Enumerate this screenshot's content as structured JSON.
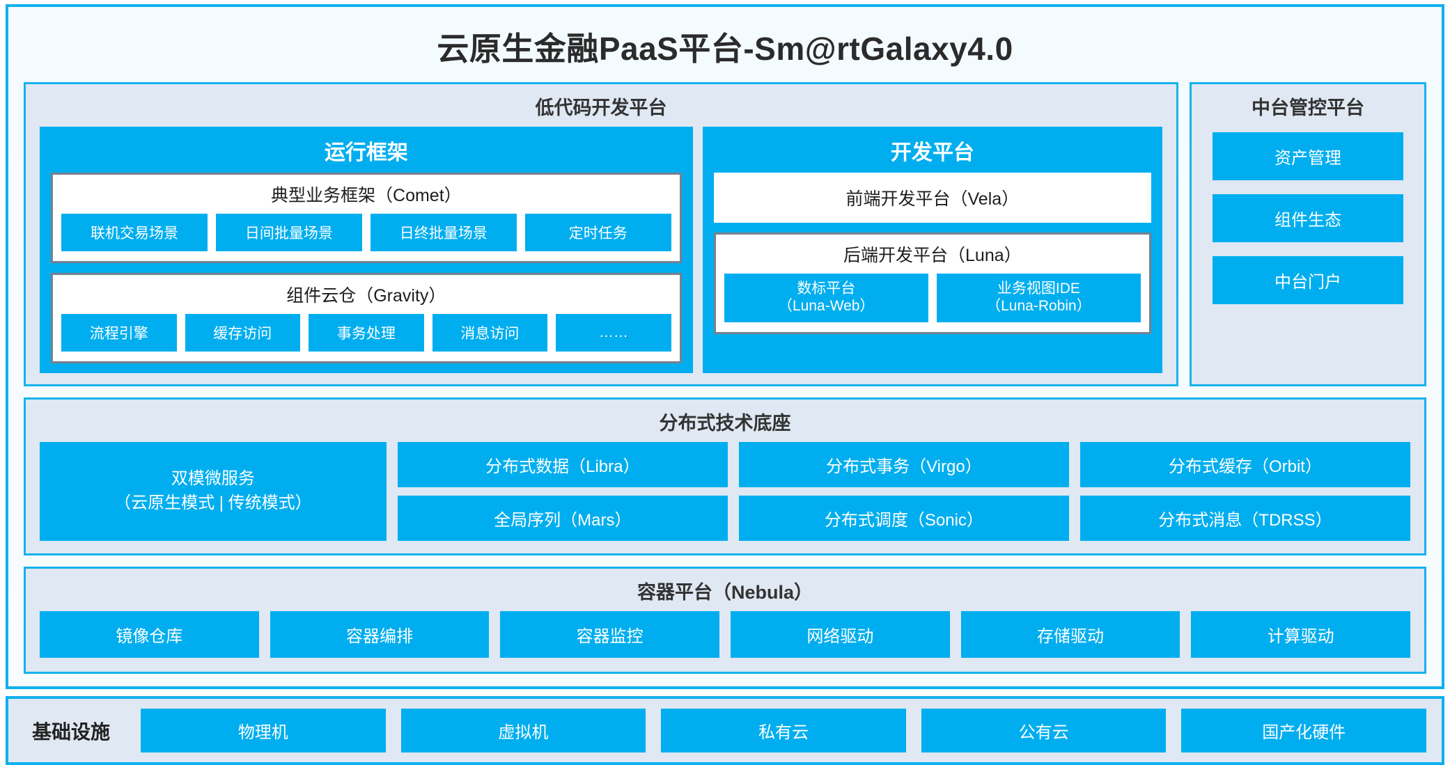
{
  "colors": {
    "accent": "#00AEEF",
    "panel_bg": "#DFE8F3",
    "panel_border": "#16B2EE",
    "card_border": "#0FB0EE",
    "box_border": "#78818F",
    "page_bg": "#F5FBFE"
  },
  "title": "云原生金融PaaS平台-Sm@rtGalaxy4.0",
  "lowcode": {
    "title": "低代码开发平台",
    "runtime": {
      "title": "运行框架",
      "comet": {
        "title": "典型业务框架（Comet）",
        "chips": [
          "联机交易场景",
          "日间批量场景",
          "日终批量场景",
          "定时任务"
        ]
      },
      "gravity": {
        "title": "组件云仓（Gravity）",
        "chips": [
          "流程引擎",
          "缓存访问",
          "事务处理",
          "消息访问",
          "……"
        ]
      }
    },
    "devplatform": {
      "title": "开发平台",
      "frontend": "前端开发平台（Vela）",
      "backend": {
        "title": "后端开发平台（Luna）",
        "chips": [
          {
            "line1": "数标平台",
            "line2": "（Luna-Web）"
          },
          {
            "line1": "业务视图IDE",
            "line2": "（Luna-Robin）"
          }
        ]
      }
    }
  },
  "management": {
    "title": "中台管控平台",
    "items": [
      "资产管理",
      "组件生态",
      "中台门户"
    ]
  },
  "tech_base": {
    "title": "分布式技术底座",
    "microservice": {
      "line1": "双模微服务",
      "line2": "（云原生模式 | 传统模式）"
    },
    "columns": [
      [
        "分布式数据（Libra）",
        "全局序列（Mars）"
      ],
      [
        "分布式事务（Virgo）",
        "分布式调度（Sonic）"
      ],
      [
        "分布式缓存（Orbit）",
        "分布式消息（TDRSS）"
      ]
    ]
  },
  "container_platform": {
    "title": "容器平台（Nebula）",
    "items": [
      "镜像仓库",
      "容器编排",
      "容器监控",
      "网络驱动",
      "存储驱动",
      "计算驱动"
    ]
  },
  "infrastructure": {
    "label": "基础设施",
    "items": [
      "物理机",
      "虚拟机",
      "私有云",
      "公有云",
      "国产化硬件"
    ]
  }
}
